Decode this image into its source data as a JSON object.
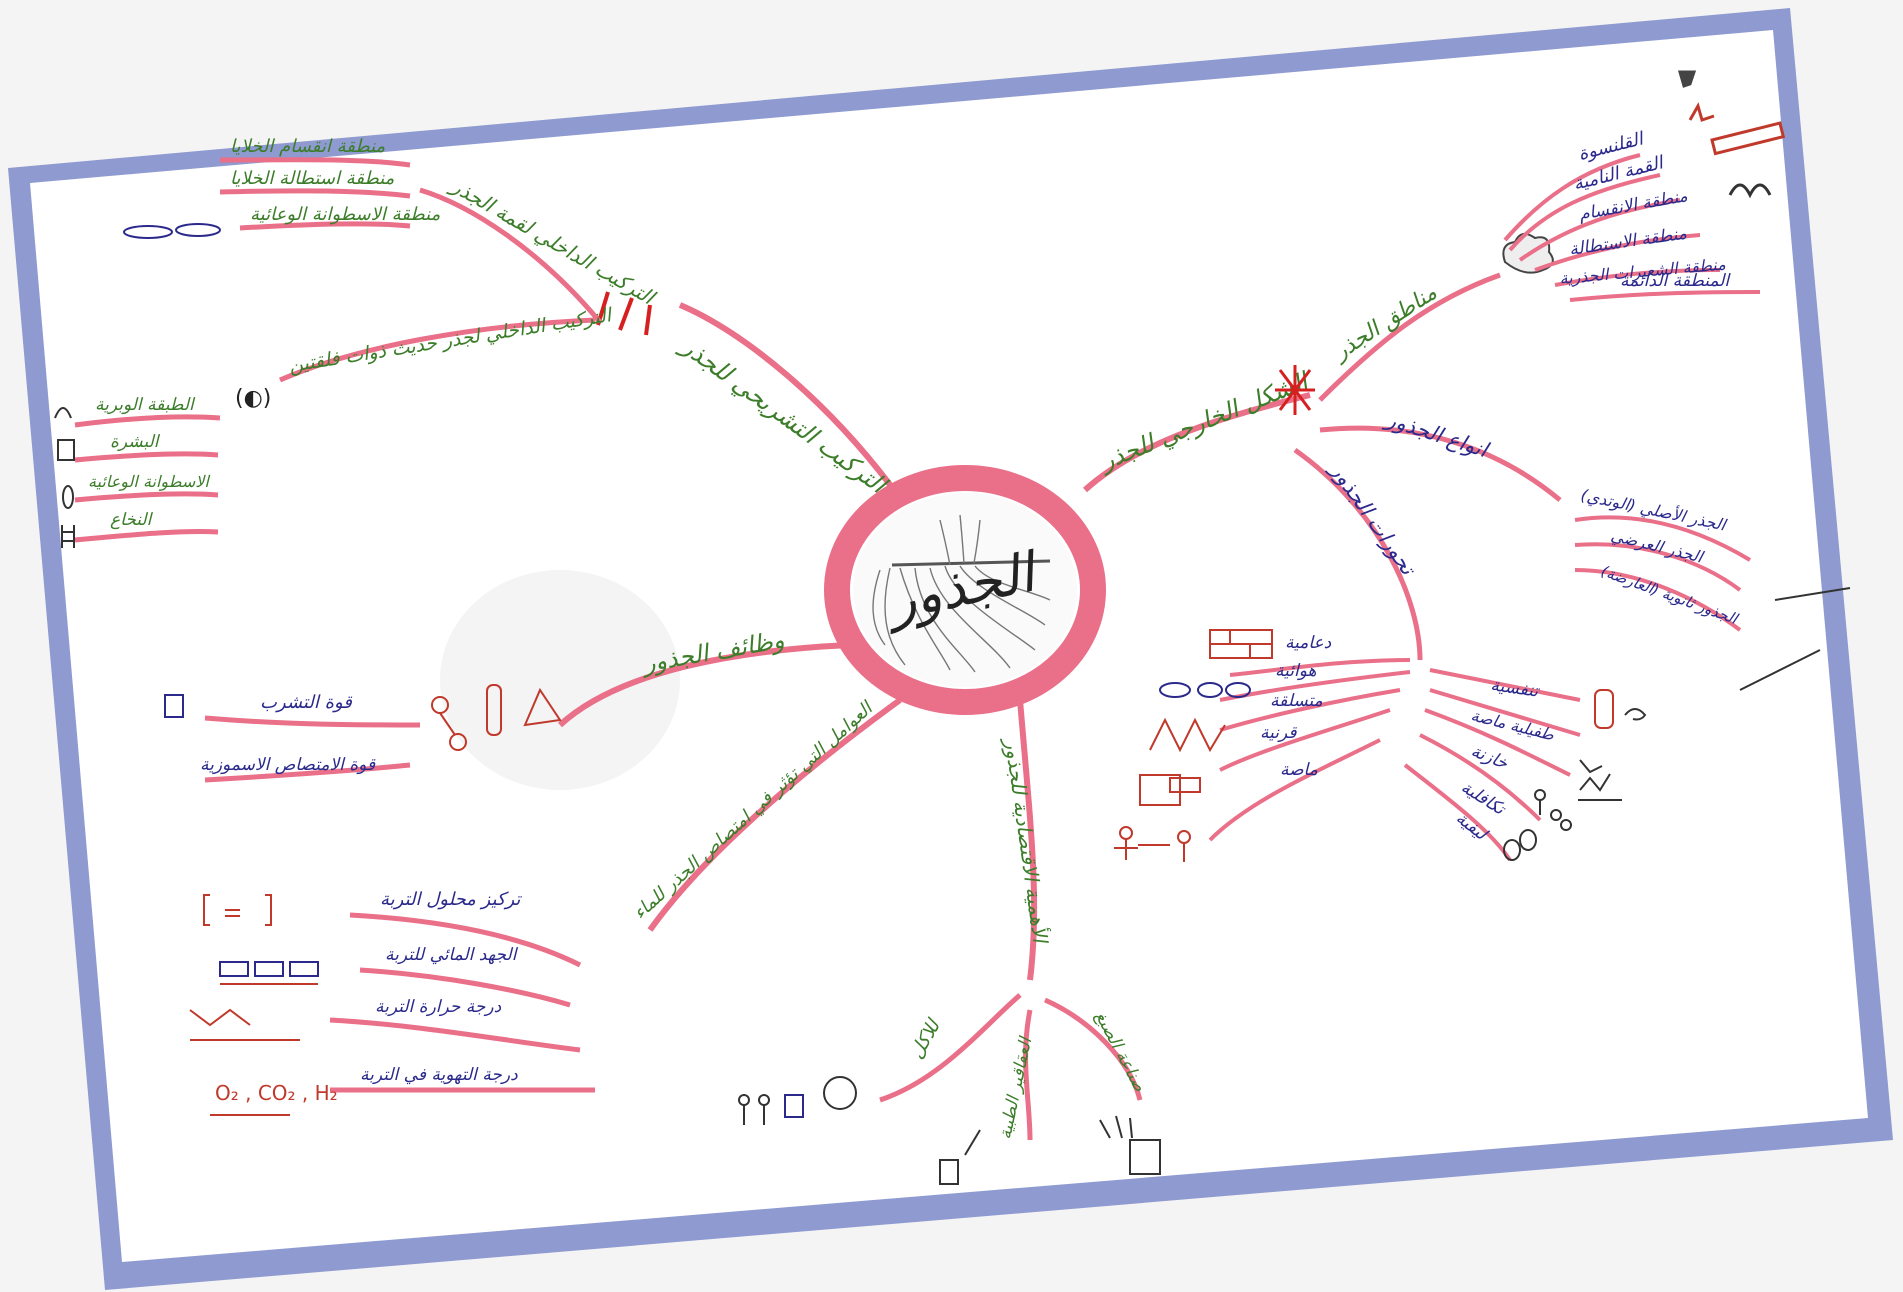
{
  "center": {
    "title": "الجذور"
  },
  "colors": {
    "frame": "#8e9ad0",
    "branch": "#ea6f88",
    "green": "#3c7d2a",
    "blue": "#2b2a8c",
    "red": "#c0392b"
  },
  "branches": {
    "anatomy": {
      "label": "التركيب التشريحي للجذر",
      "sub1": {
        "label": "التركيب الداخلي لقمة الجذر",
        "items": [
          "منطقة انقسام الخلايا",
          "منطقة استطالة الخلايا",
          "منطقة الاسطوانة الوعائية"
        ]
      },
      "sub2": {
        "label": "التركيب الداخلي لجذر حديث ذوات فلقتين",
        "items": [
          "الطبقة الوبرية",
          "البشرة",
          "الاسطوانة الوعائية",
          "النخاع"
        ]
      }
    },
    "external": {
      "label": "الشكل الخارجي للجذر",
      "regions": {
        "label": "مناطق الجذر",
        "items": [
          "القلنسوة",
          "القمة النامية",
          "منطقة الانقسام",
          "منطقة الاستطالة",
          "منطقة الشعيرات الجذرية",
          "المنطقة الدائمة"
        ]
      },
      "types": {
        "label": "انواع الجذور",
        "items": [
          "الجذر الأصلي (الوتدي)",
          "الجذر العرضي",
          "الجذور ثانوية (العارضة)"
        ]
      },
      "modified": {
        "label": "تحورات الجذور",
        "left_items": [
          "دعامية",
          "هوائية",
          "متسلقة",
          "قرنية",
          "ماصة"
        ],
        "right_items": [
          "تنفسية",
          "طفيلية ماصة",
          "خازنة",
          "تكافلية",
          "ليفية"
        ]
      }
    },
    "functions": {
      "label": "وظائف الجذور",
      "items": [
        "قوة التشرب",
        "قوة الامتصاص الاسموزية"
      ]
    },
    "factors": {
      "label": "العوامل التي تؤثر في امتصاص الجذر للماء",
      "items": [
        "تركيز محلول التربة",
        "الجهد المائي للتربة",
        "درجة حرارة التربة",
        "درجة التهوية في التربة"
      ],
      "formula_text": "O₂ , CO₂ , H₂"
    },
    "economic": {
      "label": "الأهمية الاقتصادية للجذور",
      "items": [
        "للاكل",
        "العقاقير الطبية",
        "صناعة الصبغ"
      ]
    }
  }
}
